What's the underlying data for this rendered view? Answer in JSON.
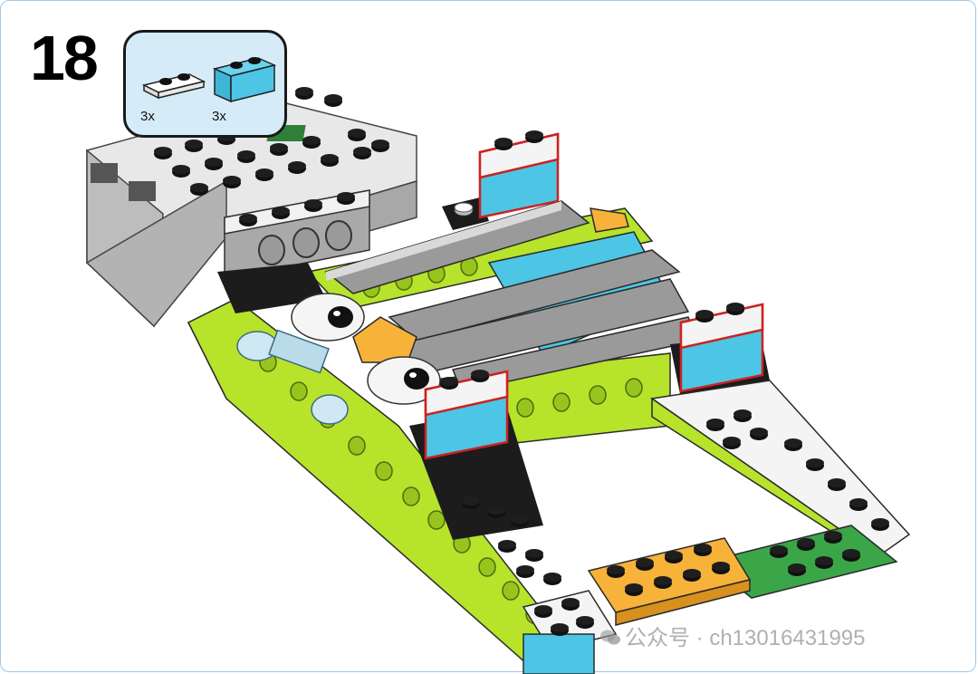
{
  "step_number": "18",
  "parts_list": [
    {
      "piece": "white-plate-1x2",
      "quantity": "3x"
    },
    {
      "piece": "azure-brick-1x2",
      "quantity": "3x"
    }
  ],
  "watermark": "公众号 · ch13016431995",
  "colors": {
    "lime": "#b7e32b",
    "black": "#1c1c1c",
    "azure": "#4cc6e4",
    "white": "#f4f4f4",
    "gray": "#a9a9a9",
    "orange": "#f7b23a",
    "green": "#3aa648",
    "frame": "#9ec8e6"
  }
}
